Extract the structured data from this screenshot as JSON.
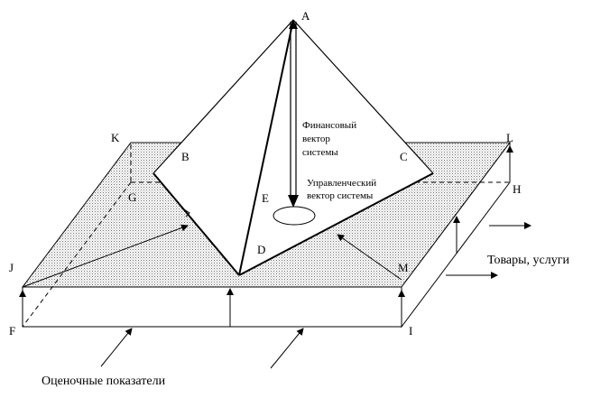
{
  "points": {
    "A": "A",
    "B": "B",
    "C": "C",
    "D": "D",
    "E": "E",
    "F": "F",
    "G": "G",
    "H": "H",
    "I": "I",
    "J": "J",
    "K": "K",
    "L": "L",
    "M": "M"
  },
  "labels": {
    "financial_vector": [
      "Финансовый",
      "вектор",
      "системы"
    ],
    "management_vector": [
      "Управленческий",
      "вектор системы"
    ],
    "goods_services": "Товары, услуги",
    "evaluation_indicators": "Оценочные показатели"
  }
}
